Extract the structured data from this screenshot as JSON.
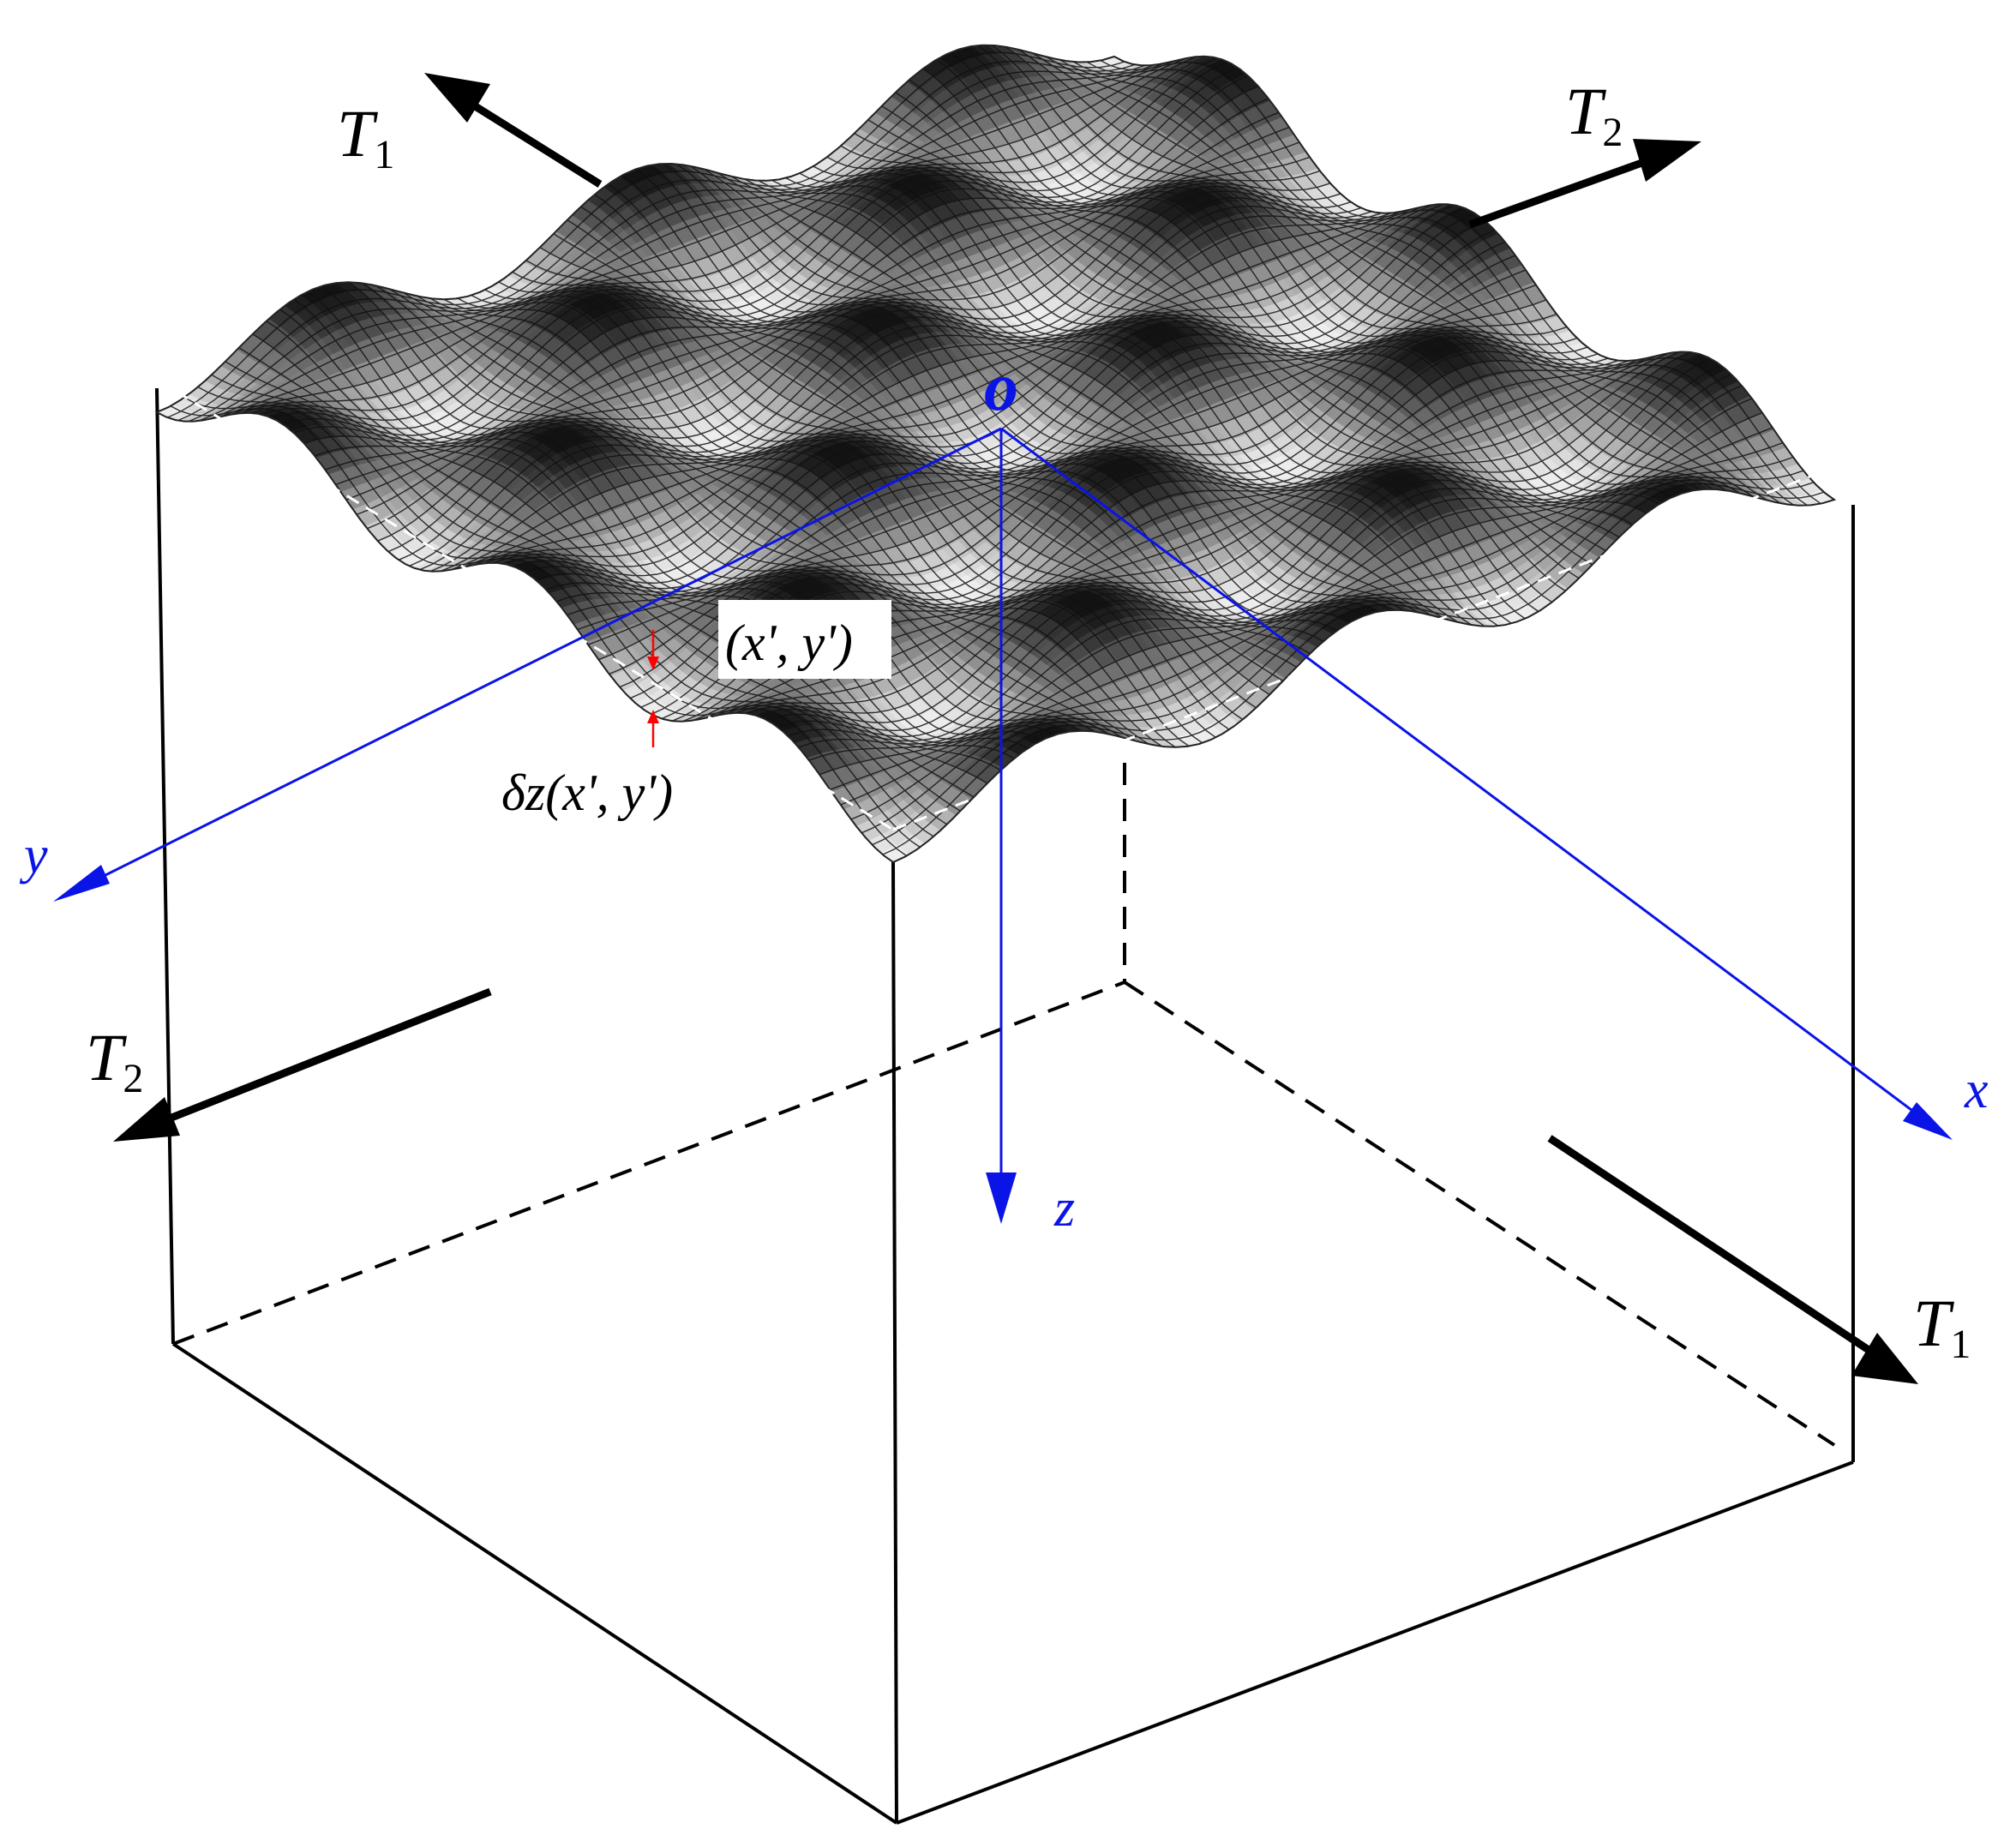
{
  "labels": {
    "t1_top": {
      "main": "T",
      "sub": "1"
    },
    "t2_top": {
      "main": "T",
      "sub": "2"
    },
    "t2_left": {
      "main": "T",
      "sub": "2"
    },
    "t1_right": {
      "main": "T",
      "sub": "1"
    },
    "origin": "o",
    "axis_x": "x",
    "axis_y": "y",
    "axis_z": "z",
    "point": "(x', y')",
    "deviation": "δz(x', y')"
  },
  "colors": {
    "axis": "#0b14e6",
    "edge": "#000000",
    "marker": "#ff0000",
    "surface_dark": "#1a1a1a",
    "surface_light": "#f0f0f0"
  },
  "surface": {
    "description_icon": "wavy-mesh-surface",
    "wave_cycles": 3
  }
}
